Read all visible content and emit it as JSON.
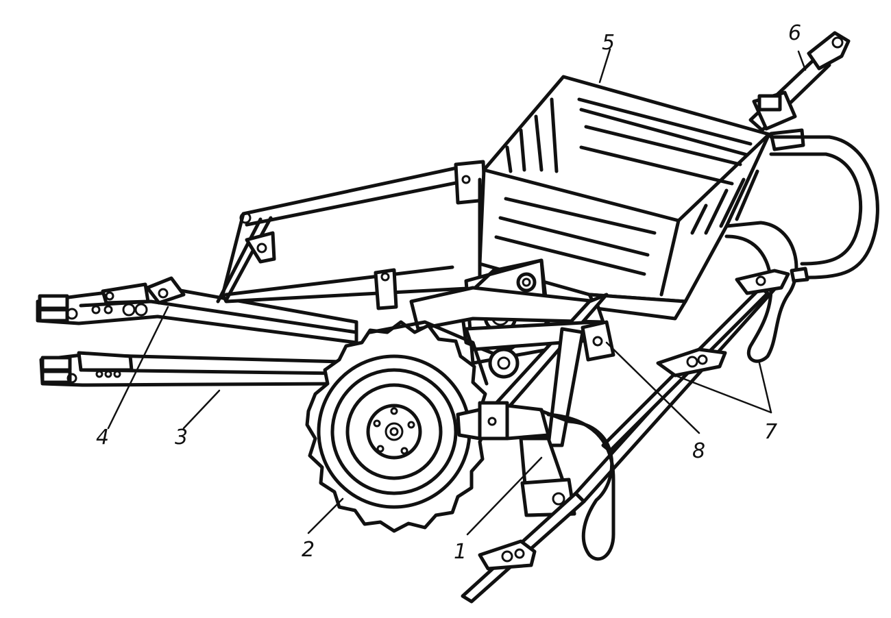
{
  "callouts": [
    {
      "id": "1",
      "label": "1"
    },
    {
      "id": "2",
      "label": "2"
    },
    {
      "id": "3",
      "label": "3"
    },
    {
      "id": "4",
      "label": "4"
    },
    {
      "id": "5",
      "label": "5"
    },
    {
      "id": "6",
      "label": "6"
    },
    {
      "id": "7",
      "label": "7"
    },
    {
      "id": "8",
      "label": "8"
    }
  ],
  "colors": {
    "ink": "#111111",
    "paper": "#ffffff"
  }
}
